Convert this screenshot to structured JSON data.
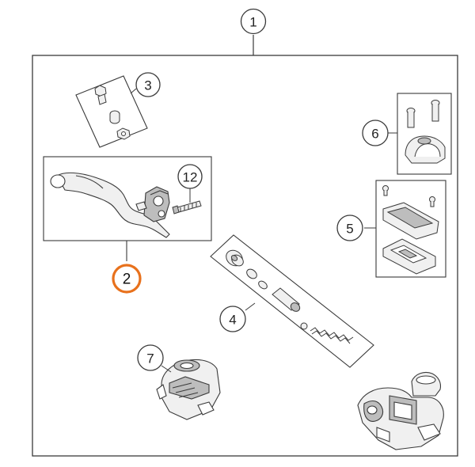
{
  "callouts": [
    {
      "id": "1",
      "label": "1"
    },
    {
      "id": "2",
      "label": "2",
      "highlighted": true
    },
    {
      "id": "3",
      "label": "3"
    },
    {
      "id": "4",
      "label": "4"
    },
    {
      "id": "5",
      "label": "5"
    },
    {
      "id": "6",
      "label": "6"
    },
    {
      "id": "7",
      "label": "7"
    },
    {
      "id": "12",
      "label": "12"
    }
  ],
  "colors": {
    "line": "#3a3a3a",
    "part_fill": "#f0f0f0",
    "part_shade": "#bdbdbd",
    "highlight": "#e8711c"
  }
}
